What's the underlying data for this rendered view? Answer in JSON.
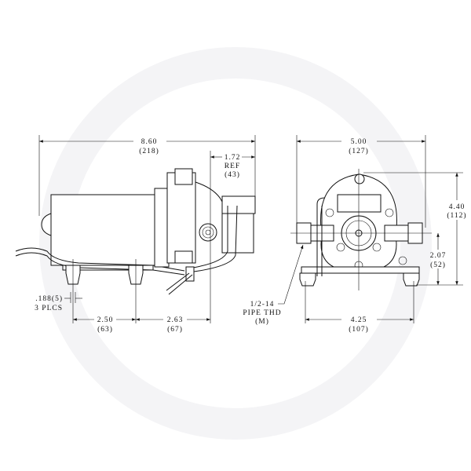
{
  "side_view": {
    "overall_length": "8.60",
    "overall_length_mm": "(218)",
    "ref_length": "1.72",
    "ref_label": "REF",
    "ref_length_mm": "(43)",
    "hole_dia": ".188(5)",
    "hole_count": "3 PLCS",
    "foot_spacing": "2.50",
    "foot_spacing_mm": "(63)",
    "port_offset": "2.63",
    "port_offset_mm": "(67)"
  },
  "front_view": {
    "width": "5.00",
    "width_mm": "(127)",
    "height": "4.40",
    "height_mm": "(112)",
    "port_height": "2.07",
    "port_height_mm": "(52)",
    "foot_width": "4.25",
    "foot_width_mm": "(107)",
    "thread_size": "1/2-14",
    "thread_type": "PIPE THD",
    "thread_gender": "(M)"
  }
}
